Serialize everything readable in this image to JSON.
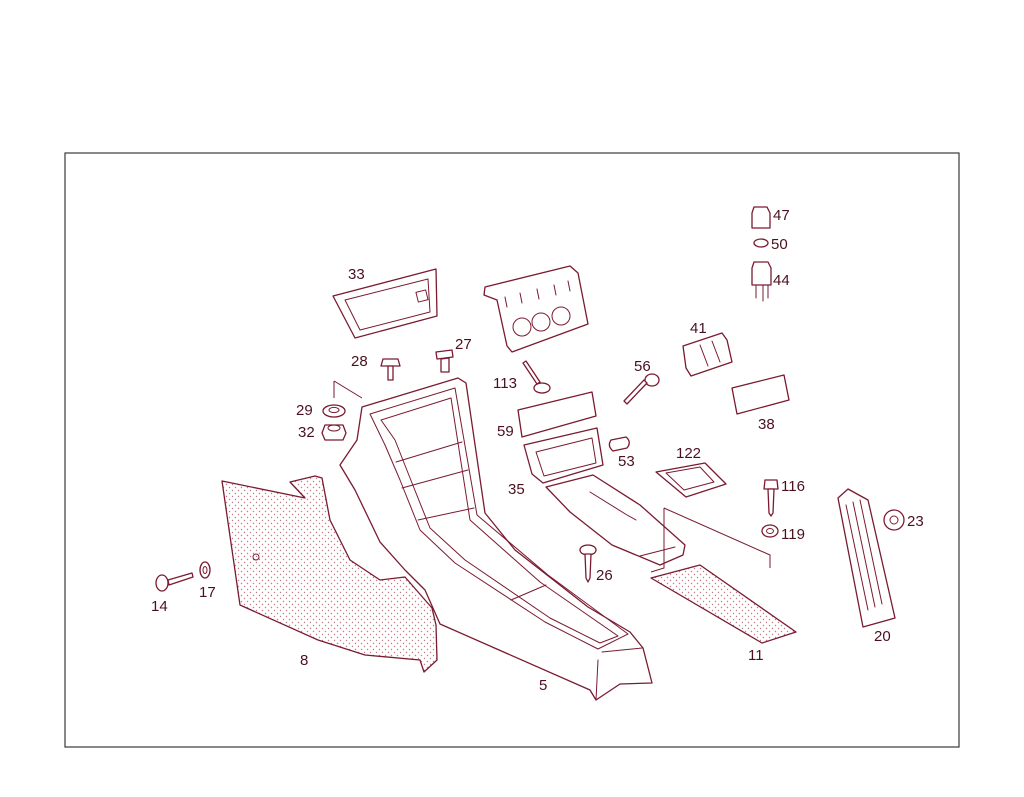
{
  "callouts": {
    "c5": "5",
    "c8": "8",
    "c11": "11",
    "c14": "14",
    "c17": "17",
    "c20": "20",
    "c23": "23",
    "c26": "26",
    "c27": "27",
    "c28": "28",
    "c29": "29",
    "c32": "32",
    "c33": "33",
    "c35": "35",
    "c38": "38",
    "c41": "41",
    "c44": "44",
    "c47": "47",
    "c50": "50",
    "c53": "53",
    "c56": "56",
    "c59": "59",
    "c113": "113",
    "c116": "116",
    "c119": "119",
    "c122": "122"
  },
  "colors": {
    "line": "#7a1b30",
    "label": "#4a1020",
    "frame": "#3a3a3a",
    "background": "#ffffff"
  }
}
